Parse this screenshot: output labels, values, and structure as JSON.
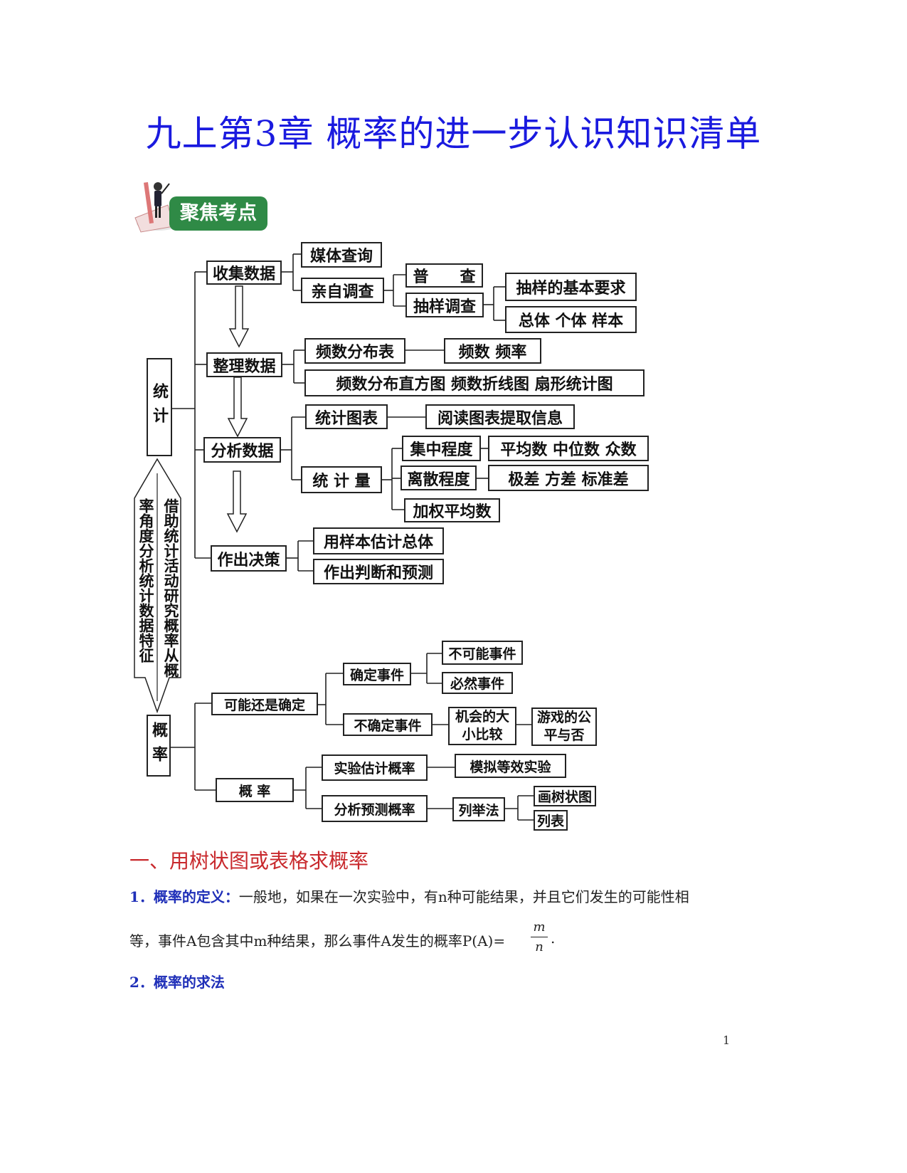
{
  "title": "九上第3章  概率的进一步认识知识清单",
  "badge": {
    "label": "聚焦考点"
  },
  "diagram": {
    "tongji": "统计",
    "gailv": "概率",
    "arrow_left_text": "率角度分析统计数据特征",
    "arrow_right_text": "借助统计活动研究概率从概",
    "nodes": {
      "shouji": "收集数据",
      "meiti": "媒体查询",
      "qinzi": "亲自调查",
      "pucha": "普　　查",
      "chouyang": "抽样调查",
      "yaoqiu": "抽样的基本要求",
      "zongti": "总体  个体  样本",
      "zhengli": "整理数据",
      "pinshubiao": "频数分布表",
      "pinshu": "频数   频率",
      "zhifang": "频数分布直方图   频数折线图   扇形统计图",
      "fenxi": "分析数据",
      "tubiao": "统计图表",
      "yuedu": "阅读图表提取信息",
      "tongjiliang": "统  计  量",
      "jizhong": "集中程度",
      "pingjun": "平均数  中位数  众数",
      "lisan": "离散程度",
      "jicha": "极差    方差    标准差",
      "jiaquan": "加权平均数",
      "juece": "作出决策",
      "guji": "用样本估计总体",
      "panduan": "作出判断和预测",
      "kenengqueding": "可能还是确定",
      "queding": "确定事件",
      "bukeneng": "不可能事件",
      "biran": "必然事件",
      "buqueding": "不确定事件",
      "jihui": "机会的大小比较",
      "youxi": "游戏的公平与否",
      "gailv2": "概    率",
      "shiyan": "实验估计概率",
      "moni": "模拟等效实验",
      "yuce": "分析预测概率",
      "liejufa": "列举法",
      "shuzhuang": "画树状图",
      "liebiao": "列表"
    }
  },
  "section": {
    "heading": "一、用树状图或表格求概率",
    "p1_label": "1．概率的定义：",
    "p1_text": "一般地，如果在一次实验中，有n种可能结果，并且它们发生的可能性相",
    "p2_text": "等，事件A包含其中m种结果，那么事件A发生的概率P(A)=",
    "frac_num": "m",
    "frac_den": "n",
    "p2_end": ".",
    "p3_label": "2．概率的求法"
  },
  "page_number": "1"
}
